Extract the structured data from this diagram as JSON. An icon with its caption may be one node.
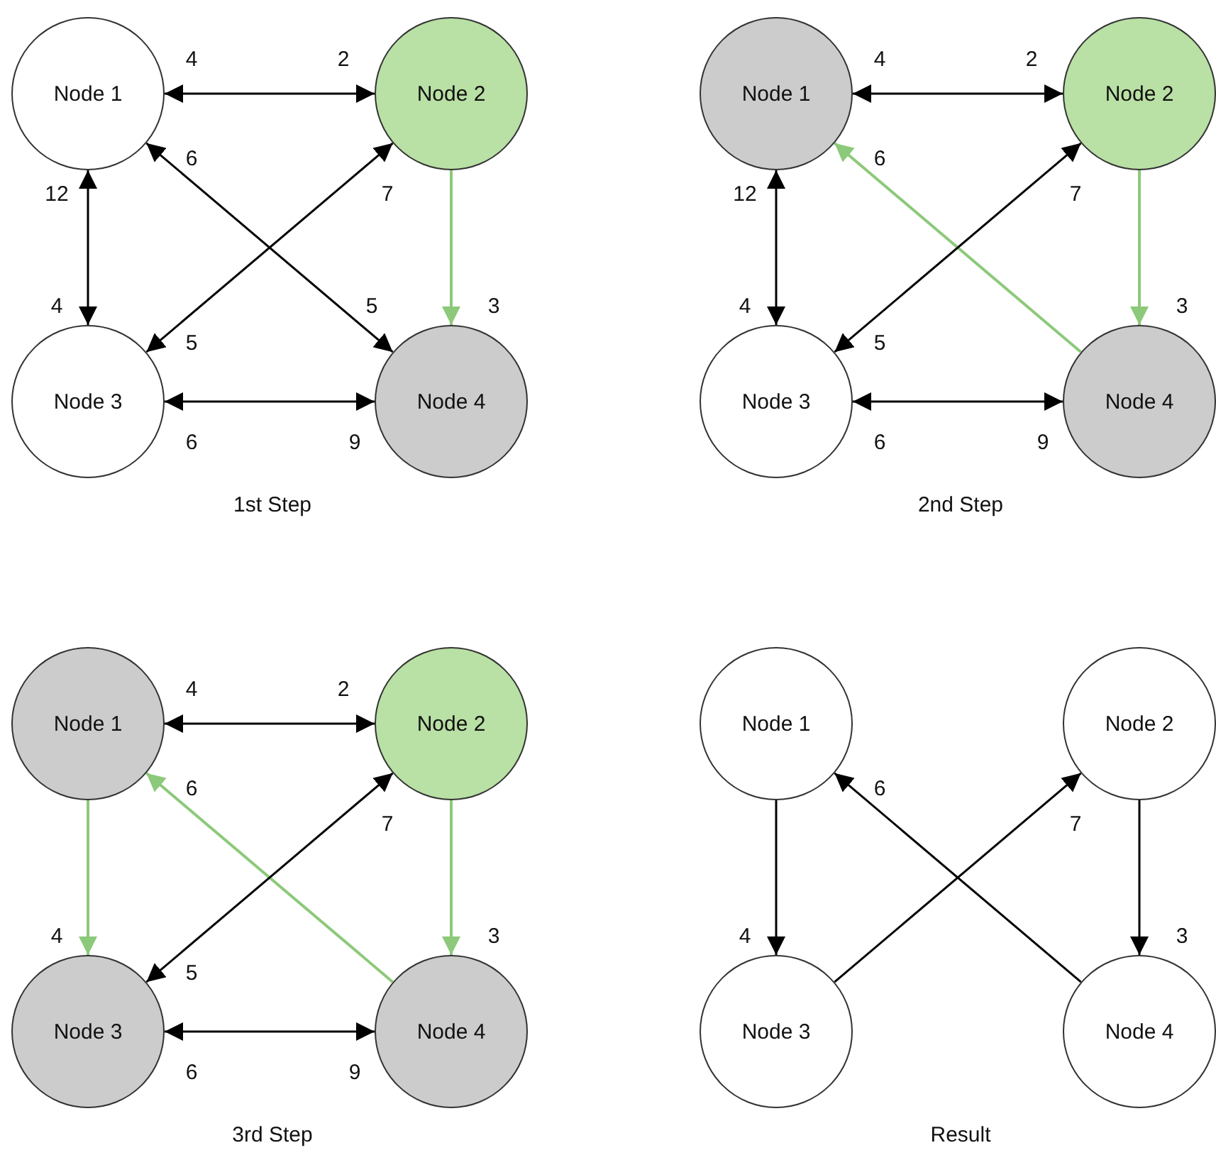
{
  "diagram": {
    "nodes": [
      {
        "text": [
          "Node 1"
        ]
      },
      {
        "text": [
          "Node 2"
        ]
      },
      {
        "text": [
          "Node 3"
        ]
      },
      {
        "text": [
          "Node 4"
        ]
      },
      {
        "text": [
          "Node 1"
        ]
      },
      {
        "text": [
          "Node 2"
        ]
      },
      {
        "text": [
          "Node 3"
        ]
      },
      {
        "text": [
          "Node 4"
        ]
      },
      {
        "text": [
          "Node 1"
        ]
      },
      {
        "text": [
          "Node 2"
        ]
      },
      {
        "text": [
          "Node 3"
        ]
      },
      {
        "text": [
          "Node 4"
        ]
      },
      {
        "text": [
          "Node 1"
        ]
      },
      {
        "text": [
          "Node 2"
        ]
      },
      {
        "text": [
          "Node 3"
        ]
      },
      {
        "text": [
          "Node 4"
        ]
      }
    ],
    "edges": [
      {
        "from": 0,
        "to": 1,
        "arrow": "both"
      },
      {
        "from": 0,
        "to": 2,
        "arrow": "both"
      },
      {
        "from": 0,
        "to": 3,
        "arrow": "both"
      },
      {
        "from": 2,
        "to": 1,
        "arrow": "both"
      },
      {
        "from": 1,
        "to": 3,
        "arrow": "to",
        "color": "#8cc97a"
      },
      {
        "from": 2,
        "to": 3,
        "arrow": "both"
      },
      {
        "from": 4,
        "to": 5,
        "arrow": "both"
      },
      {
        "from": 4,
        "to": 6,
        "arrow": "both"
      },
      {
        "from": 7,
        "to": 4,
        "arrow": "to",
        "color": "#8cc97a"
      },
      {
        "from": 6,
        "to": 5,
        "arrow": "both"
      },
      {
        "from": 5,
        "to": 7,
        "arrow": "to",
        "color": "#8cc97a"
      },
      {
        "from": 6,
        "to": 7,
        "arrow": "both"
      },
      {
        "from": 8,
        "to": 9,
        "arrow": "both"
      },
      {
        "from": 8,
        "to": 10,
        "arrow": "to",
        "color": "#8cc97a"
      },
      {
        "from": 11,
        "to": 8,
        "arrow": "to",
        "color": "#8cc97a"
      },
      {
        "from": 10,
        "to": 9,
        "arrow": "both"
      },
      {
        "from": 9,
        "to": 11,
        "arrow": "to",
        "color": "#8cc97a"
      },
      {
        "from": 10,
        "to": 11,
        "arrow": "both"
      },
      {
        "from": 12,
        "to": 14,
        "arrow": "to"
      },
      {
        "from": 15,
        "to": 12,
        "arrow": "to"
      },
      {
        "from": 14,
        "to": 13,
        "arrow": "to"
      },
      {
        "from": 13,
        "to": 15,
        "arrow": "to"
      }
    ],
    "labels": [
      "4",
      "2",
      "6",
      "12",
      "7",
      "4",
      "5",
      "3",
      "5",
      "6",
      "9",
      "1st Step",
      "4",
      "2",
      "6",
      "12",
      "7",
      "4",
      "3",
      "5",
      "6",
      "9",
      "2nd Step",
      "4",
      "2",
      "6",
      "7",
      "4",
      "3",
      "5",
      "6",
      "9",
      "3rd Step",
      "6",
      "7",
      "4",
      "3",
      "Result"
    ]
  }
}
